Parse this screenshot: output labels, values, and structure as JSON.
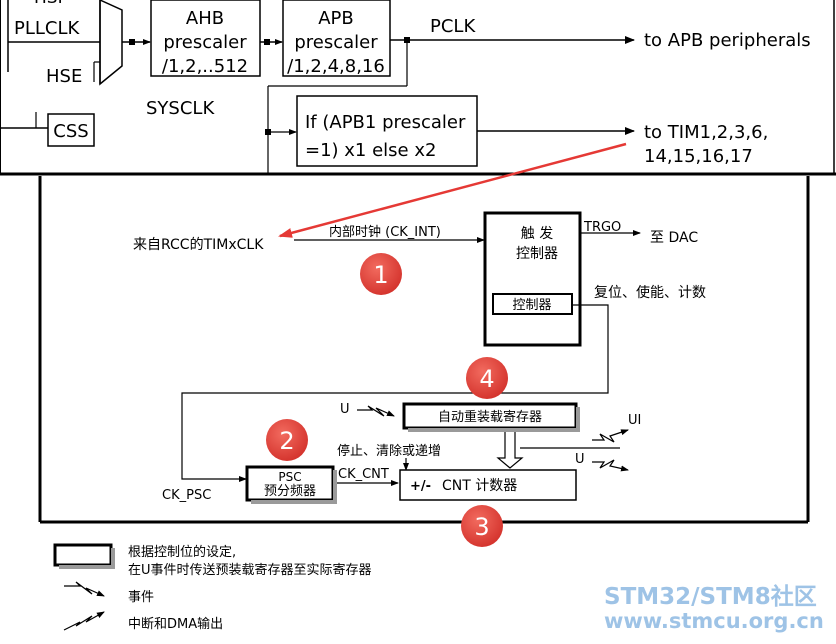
{
  "top": {
    "hsi_label": "HSI",
    "pllclk_label": "PLLCLK",
    "hse_label": "HSE",
    "css_label": "CSS",
    "sysclk_label": "SYSCLK",
    "ahb": {
      "line1": "AHB",
      "line2": "prescaler",
      "line3": "/1,2,..512"
    },
    "apb": {
      "line1": "APB",
      "line2": "prescaler",
      "line3": "/1,2,4,8,16"
    },
    "pclk_label": "PCLK",
    "to_apb": "to APB peripherals",
    "if_box": {
      "line1": "If (APB1 prescaler",
      "line2": "=1) x1 else x2"
    },
    "to_tim": {
      "line1": "to TIM1,2,3,6,",
      "line2": "14,15,16,17"
    }
  },
  "bottom": {
    "rcc_label": "来自RCC的TIMxCLK",
    "ck_int_label": "内部时钟 (CK_INT)",
    "trigger": {
      "line1": "触 发",
      "line2": "控制器"
    },
    "controller_label": "控制器",
    "trgo_label": "TRGO",
    "to_dac": "至 DAC",
    "reset_enable_count": "复位、使能、计数",
    "u_event_label": "U",
    "auto_reload_label": "自动重装载寄存器",
    "ui_label": "UI",
    "u_out_label": "U",
    "stop_clear_label": "停止、清除或递增",
    "psc": {
      "line1": "PSC",
      "line2": "预分频器"
    },
    "ck_cnt_label": "CK_CNT",
    "ck_psc_label": "CK_PSC",
    "cnt": {
      "prefix": "+/-",
      "label": "CNT 计数器"
    },
    "badges": {
      "b1": "1",
      "b2": "2",
      "b3": "3",
      "b4": "4"
    }
  },
  "legend": {
    "shadow_line1": "根据控制位的设定,",
    "shadow_line2": "在U事件时传送预装载寄存器至实际寄存器",
    "event_label": "事件",
    "interrupt_label": "中断和DMA输出"
  },
  "watermark": {
    "line1": "STM32/STM8社区",
    "line2": "www.stmcu.org.cn"
  },
  "colors": {
    "badge": "#e03a34",
    "arrow": "#e53935",
    "watermark": "#9ec3e6"
  }
}
